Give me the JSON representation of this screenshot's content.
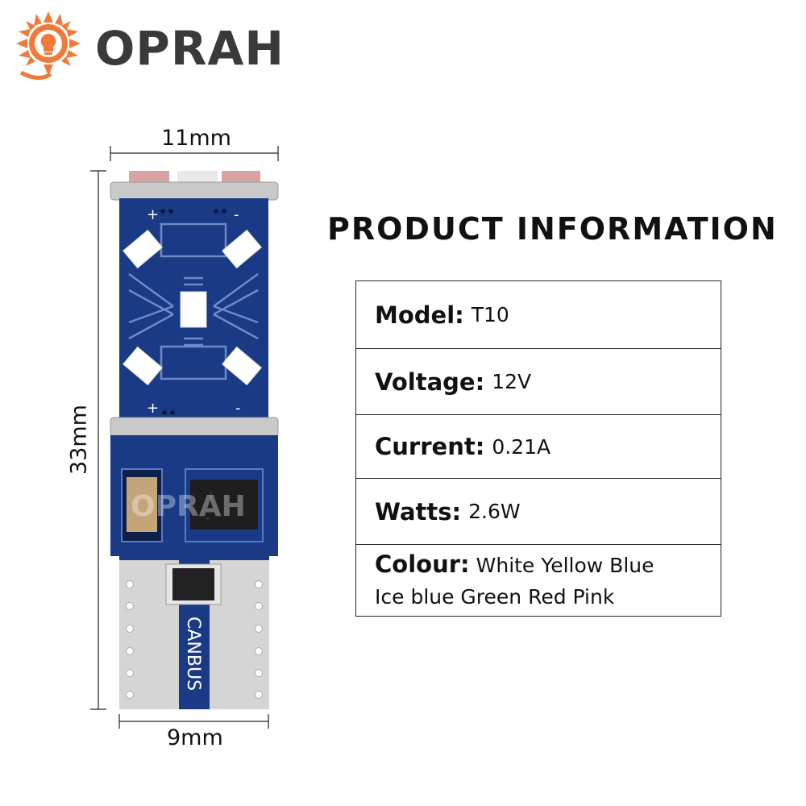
{
  "brand": {
    "name": "OPRAH",
    "colors": {
      "sun": "#f07a3a",
      "text": "#3a3a3a"
    }
  },
  "dimensions": {
    "width_top": "11mm",
    "height": "33mm",
    "width_bottom": "9mm"
  },
  "bulb": {
    "pcb_text": "CANBUS",
    "watermark": "OPRAH",
    "plus": "+",
    "minus": "-",
    "colors": {
      "pcb": "#1a3a86",
      "led": "#ffffff",
      "metal": "#c9c9c9"
    }
  },
  "info": {
    "title": "PRODUCT INFORMATION",
    "rows": [
      {
        "key": "Model:",
        "value": "T10"
      },
      {
        "key": "Voltage:",
        "value": "12V"
      },
      {
        "key": "Current:",
        "value": "0.21A"
      },
      {
        "key": "Watts:",
        "value": "2.6W"
      },
      {
        "key": "Colour:",
        "value": "White Yellow Blue",
        "value_line2": "Ice blue Green Red Pink"
      }
    ]
  }
}
